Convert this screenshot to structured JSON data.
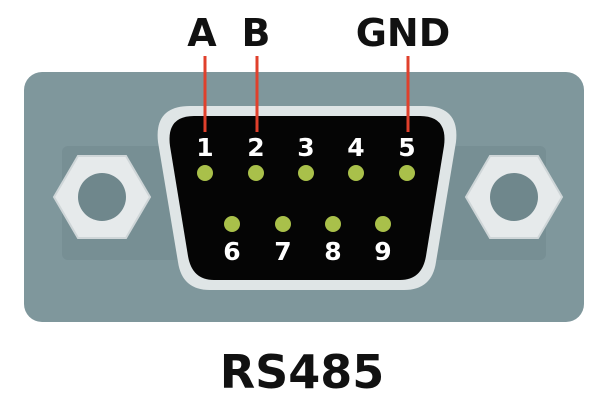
{
  "signals": {
    "a": "A",
    "b": "B",
    "gnd": "GND"
  },
  "pins": {
    "top": [
      "1",
      "2",
      "3",
      "4",
      "5"
    ],
    "bottom": [
      "6",
      "7",
      "8",
      "9"
    ]
  },
  "caption": "RS485",
  "colors": {
    "shell": "#7f979c",
    "shell_shadow": "#6e868b",
    "connector_rim": "#dfe5e6",
    "connector_face": "#050505",
    "pin": "#a9c04a",
    "signal_line": "#e0402c",
    "hex_nut": "#e6eaeb",
    "hex_hole": "#6f878c"
  },
  "icons": {
    "left_screw": "hex-nut-icon",
    "right_screw": "hex-nut-icon"
  }
}
